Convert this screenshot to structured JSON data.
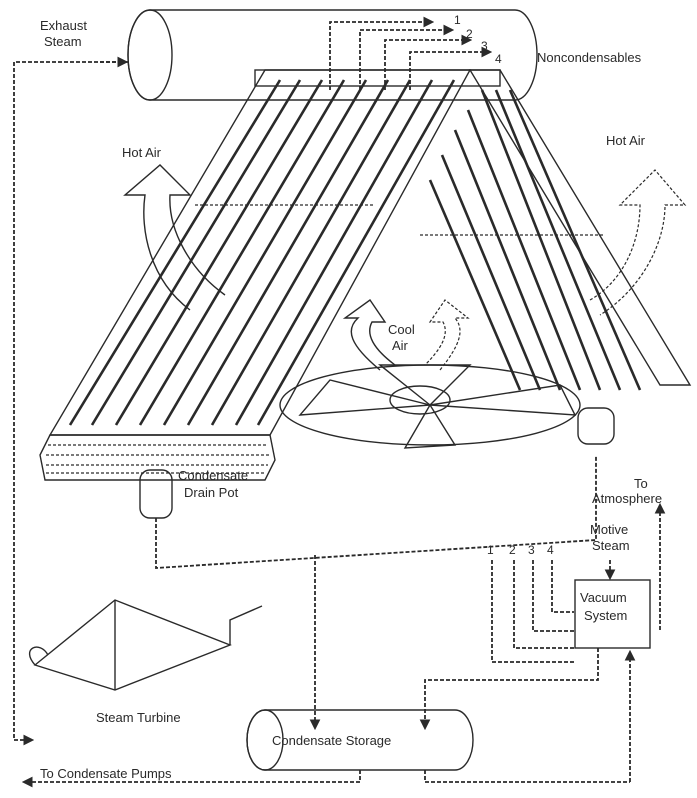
{
  "labels": {
    "exhaust_steam_1": "Exhaust",
    "exhaust_steam_2": "Steam",
    "noncondensables": "Noncondensables",
    "hot_air_left": "Hot Air",
    "hot_air_right": "Hot Air",
    "cool_air_1": "Cool",
    "cool_air_2": "Air",
    "drain_pot_1": "Condensate",
    "drain_pot_2": "Drain Pot",
    "to_atmosphere_1": "To",
    "to_atmosphere_2": "Atmosphere",
    "motive_steam_1": "Motive",
    "motive_steam_2": "Steam",
    "vacuum_system_1": "Vacuum",
    "vacuum_system_2": "System",
    "steam_turbine": "Steam Turbine",
    "condensate_storage": "Condensate Storage",
    "to_condensate_pumps": "To Condensate Pumps"
  },
  "line_numbers_top": [
    "1",
    "2",
    "3",
    "4"
  ],
  "line_numbers_vacuum": [
    "1",
    "2",
    "3",
    "4"
  ],
  "colors": {
    "ink": "#2a2a2a",
    "background": "#ffffff"
  }
}
